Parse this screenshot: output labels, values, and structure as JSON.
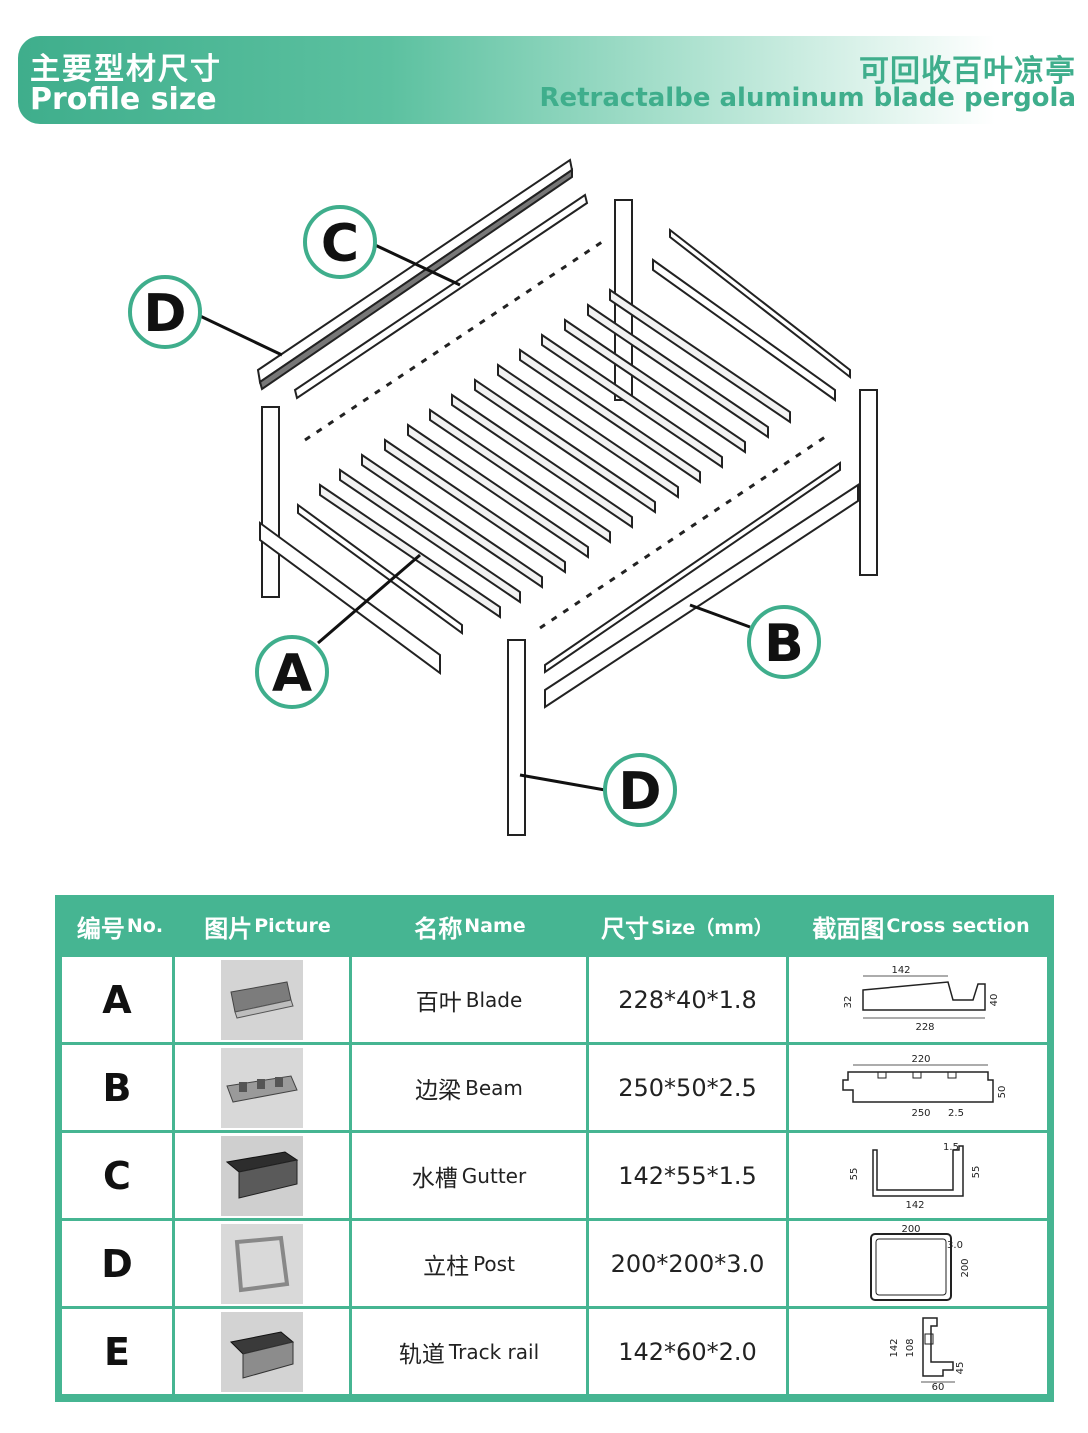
{
  "header": {
    "title_cn": "主要型材尺寸",
    "title_en": "Profile size",
    "product_cn": "可回收百叶凉亭",
    "product_en": "Retractalbe aluminum blade pergola"
  },
  "diagram": {
    "callouts": [
      "D",
      "C",
      "A",
      "B",
      "D"
    ]
  },
  "table": {
    "headers": [
      {
        "cn": "编号",
        "en": "No."
      },
      {
        "cn": "图片",
        "en": "Picture"
      },
      {
        "cn": "名称",
        "en": "Name"
      },
      {
        "cn": "尺寸",
        "en": "Size（mm）"
      },
      {
        "cn": "截面图",
        "en": "Cross section"
      }
    ],
    "rows": [
      {
        "no": "A",
        "name_cn": "百叶",
        "name_en": "Blade",
        "size": "228*40*1.8",
        "dims": [
          "142",
          "32",
          "40",
          "228"
        ]
      },
      {
        "no": "B",
        "name_cn": "边梁",
        "name_en": "Beam",
        "size": "250*50*2.5",
        "dims": [
          "220",
          "50",
          "250",
          "2.5"
        ]
      },
      {
        "no": "C",
        "name_cn": "水槽",
        "name_en": "Gutter",
        "size": "142*55*1.5",
        "dims": [
          "55",
          "55",
          "142",
          "1.5"
        ]
      },
      {
        "no": "D",
        "name_cn": "立柱",
        "name_en": "Post",
        "size": "200*200*3.0",
        "dims": [
          "200",
          "200",
          "3.0"
        ]
      },
      {
        "no": "E",
        "name_cn": "轨道",
        "name_en": "Track rail",
        "size": "142*60*2.0",
        "dims": [
          "142",
          "108",
          "45",
          "60"
        ]
      }
    ]
  },
  "colors": {
    "accent": "#46b592",
    "accent_dark": "#3fae8c"
  }
}
